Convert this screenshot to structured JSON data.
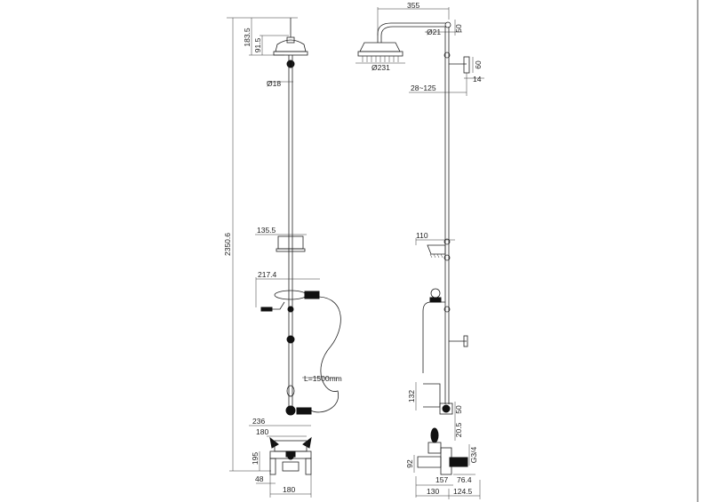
{
  "drawing": {
    "front_view": {
      "total_height": "2350.6",
      "head_height": "183.5",
      "head_neck": "91.5",
      "riser_diameter": "Ø18",
      "soap_dish_width": "135.5",
      "holder_width": "217.4",
      "hose_length": "L=1500mm",
      "mixer_width_outer": "236",
      "mixer_width_inner": "180",
      "spout_height": "195",
      "inlet_offset": "48",
      "base_width": "180"
    },
    "side_view": {
      "arm_length": "355",
      "arm_diameter": "Ø21",
      "arm_top_offset": "50",
      "head_diameter": "Ø231",
      "bracket_height": "60",
      "bracket_depth": "14",
      "wall_range": "28~125",
      "soap_dish_depth": "110",
      "handset_lever_height": "132",
      "diverter_height": "50",
      "diverter_offset": "20.5",
      "thread_size": "G3/4",
      "spout_height": "92",
      "outlet_depth": "76.4",
      "spout_projection": "157",
      "base_depth": "130",
      "wall_offset": "124.5"
    }
  }
}
